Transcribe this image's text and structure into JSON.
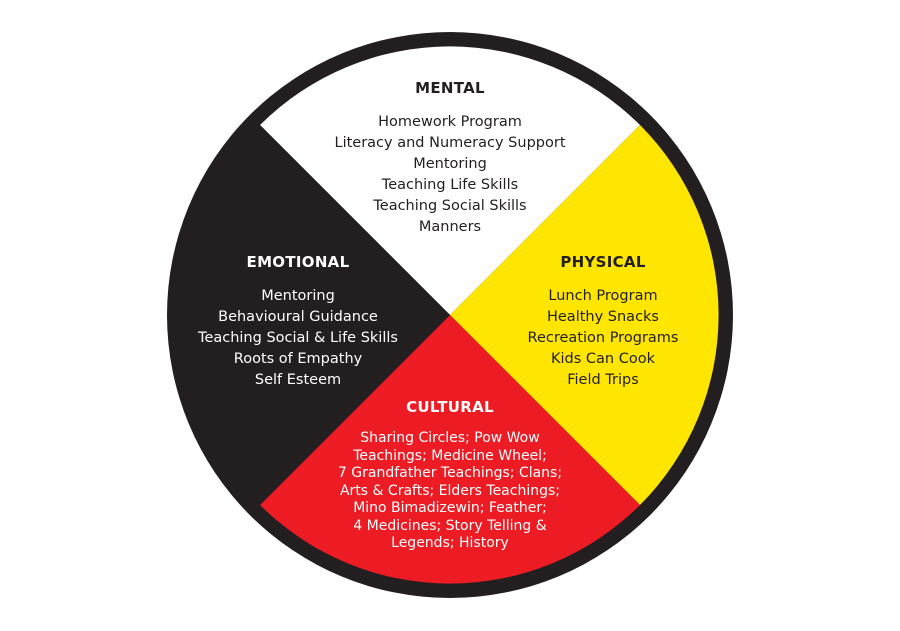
{
  "colors": {
    "background": "#ffffff",
    "outline": "#231f20",
    "mental": "#ffffff",
    "emotional": "#231f20",
    "physical": "#ffe600",
    "cultural": "#ed1c24"
  },
  "wheel": {
    "mental": {
      "title": "MENTAL",
      "items": [
        "Homework Program",
        "Literacy and Numeracy Support",
        "Mentoring",
        "Teaching Life Skills",
        "Teaching Social Skills",
        "Manners"
      ]
    },
    "emotional": {
      "title": "EMOTIONAL",
      "items": [
        "Mentoring",
        "Behavioural Guidance",
        "Teaching Social & Life Skills",
        "Roots of Empathy",
        "Self Esteem"
      ]
    },
    "physical": {
      "title": "PHYSICAL",
      "items": [
        "Lunch Program",
        "Healthy Snacks",
        "Recreation Programs",
        "Kids Can Cook",
        "Field Trips"
      ]
    },
    "cultural": {
      "title": "CULTURAL",
      "items": [
        "Sharing Circles; Pow Wow",
        "Teachings; Medicine Wheel;",
        "7 Grandfather Teachings; Clans;",
        "Arts & Crafts; Elders Teachings;",
        "Mino Bimadizewin; Feather;",
        "4 Medicines; Story Telling &",
        "Legends; History"
      ]
    }
  }
}
